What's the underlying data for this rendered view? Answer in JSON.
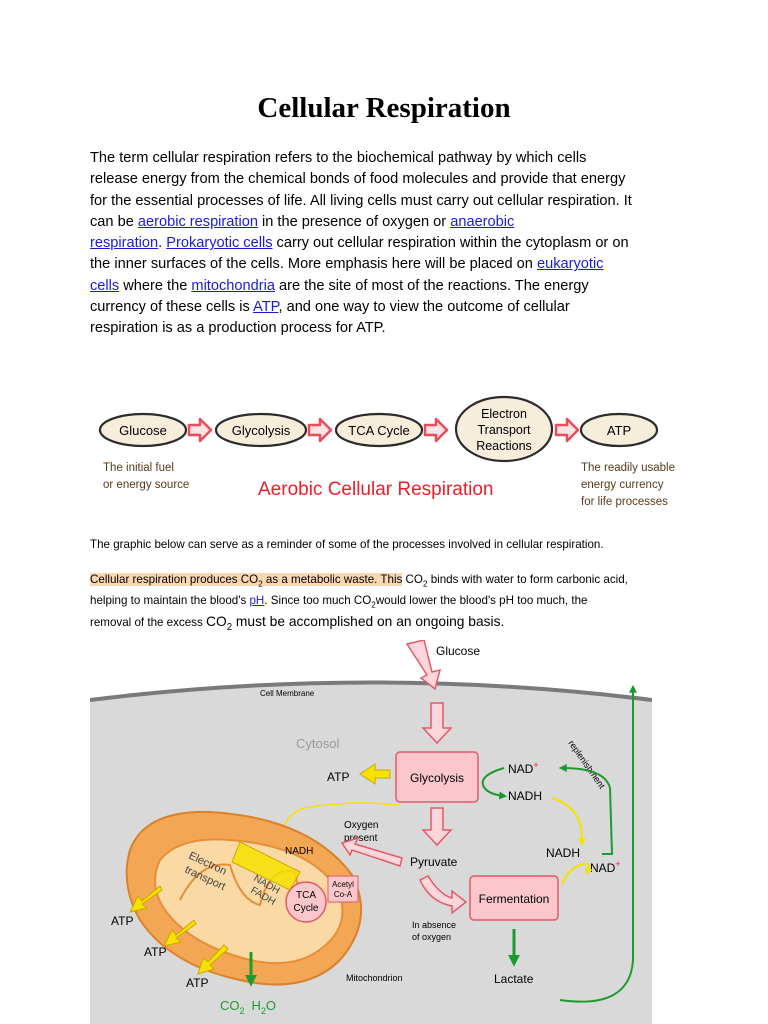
{
  "title": "Cellular Respiration",
  "intro": {
    "l1": "The term cellular respiration refers to the biochemical pathway by which cells",
    "l2": "release energy from the chemical bonds of food molecules and provide that energy",
    "l3": "for the essential processes of life. All living cells must carry out cellular respiration. It",
    "l4a": "can be ",
    "l4_link1": "aerobic respiration",
    "l4b": " in the presence of oxygen or ",
    "l4_link2": "anaerobic",
    "l5_link1": "respiration",
    "l5a": ". ",
    "l5_link2": "Prokaryotic cells",
    "l5b": " carry out cellular respiration within the cytoplasm or on",
    "l6a": "the inner surfaces of the cells. More emphasis here will be placed on ",
    "l6_link": "eukaryotic",
    "l7_link1": "cells",
    "l7a": " where the ",
    "l7_link2": "mitochondria",
    "l7b": " are the site of most of the reactions. The energy",
    "l8a": "currency of these cells is ",
    "l8_link": "ATP",
    "l8b": ", and one way to view the outcome of cellular",
    "l9": "respiration is as a production process for ATP."
  },
  "flow": {
    "glucose": "Glucose",
    "glycolysis": "Glycolysis",
    "tca": "TCA Cycle",
    "et1": "Electron",
    "et2": "Transport",
    "et3": "Reactions",
    "atp": "ATP",
    "fuel1": "The initial fuel",
    "fuel2": "or energy source",
    "cur1": "The readily usable",
    "cur2": "energy currency",
    "cur3": "for life processes",
    "caption": "Aerobic Cellular Respiration"
  },
  "note1": "The graphic below can serve as a reminder of some of the processes involved in cellular respiration.",
  "note2": {
    "a": "Cellular respiration produces CO",
    "a_sub": "2",
    "b": " as a metabolic waste. This",
    "c": " CO",
    "c_sub": "2",
    "d": " binds with water to form carbonic acid,",
    "e": "helping to maintain the blood's ",
    "ph": "pH",
    "f": ". Since too much CO",
    "f_sub": "2",
    "g": "would lower the blood's pH too much, the",
    "h": "removal of the excess ",
    "i": "CO",
    "i_sub": "2",
    "j": " must be accomplished on an ongoing basis."
  },
  "cycle": {
    "glucose": "Glucose",
    "membrane": "Cell Membrane",
    "cytosol": "Cytosol",
    "glycolysis": "Glycolysis",
    "atp": "ATP",
    "nad_plus": "NAD",
    "nadh": "NADH",
    "replenishment": "replenishment",
    "oxygen1": "Oxygen",
    "oxygen2": "present",
    "pyruvate": "Pyruvate",
    "nadh2": "NADH",
    "nad_plus2": "NAD",
    "fermentation": "Fermentation",
    "absence1": "In absence",
    "absence2": "of oxygen",
    "lactate": "Lactate",
    "electron1": "Electron",
    "electron2": "transport",
    "nadh_fadh_1": "NADH",
    "nadh_fadh_2": "FADH",
    "tca1": "TCA",
    "tca2": "Cycle",
    "acetyl1": "Acetyl",
    "acetyl2": "Co-A",
    "nadh3": "NADH",
    "atp_a": "ATP",
    "atp_b": "ATP",
    "atp_c": "ATP",
    "mitochondrion": "Mitochondrion",
    "co2": "CO",
    "co2_sub": "2",
    "h2o_h": "H",
    "h2o_sub": "2",
    "h2o_o": "O",
    "plus": "+"
  },
  "colors": {
    "link": "#1a1adb",
    "highlight": "#fbd7b1",
    "flow_oval": "#f7eddb",
    "flow_arrow": "#ec4b5a",
    "flow_caption": "#e8202b",
    "cytosol": "#d9d9d9",
    "process_box": "#fbc7cd",
    "mito": "#f3a654",
    "green_arrow": "#1d9a2f",
    "yellow_arrow": "#f6e100"
  }
}
